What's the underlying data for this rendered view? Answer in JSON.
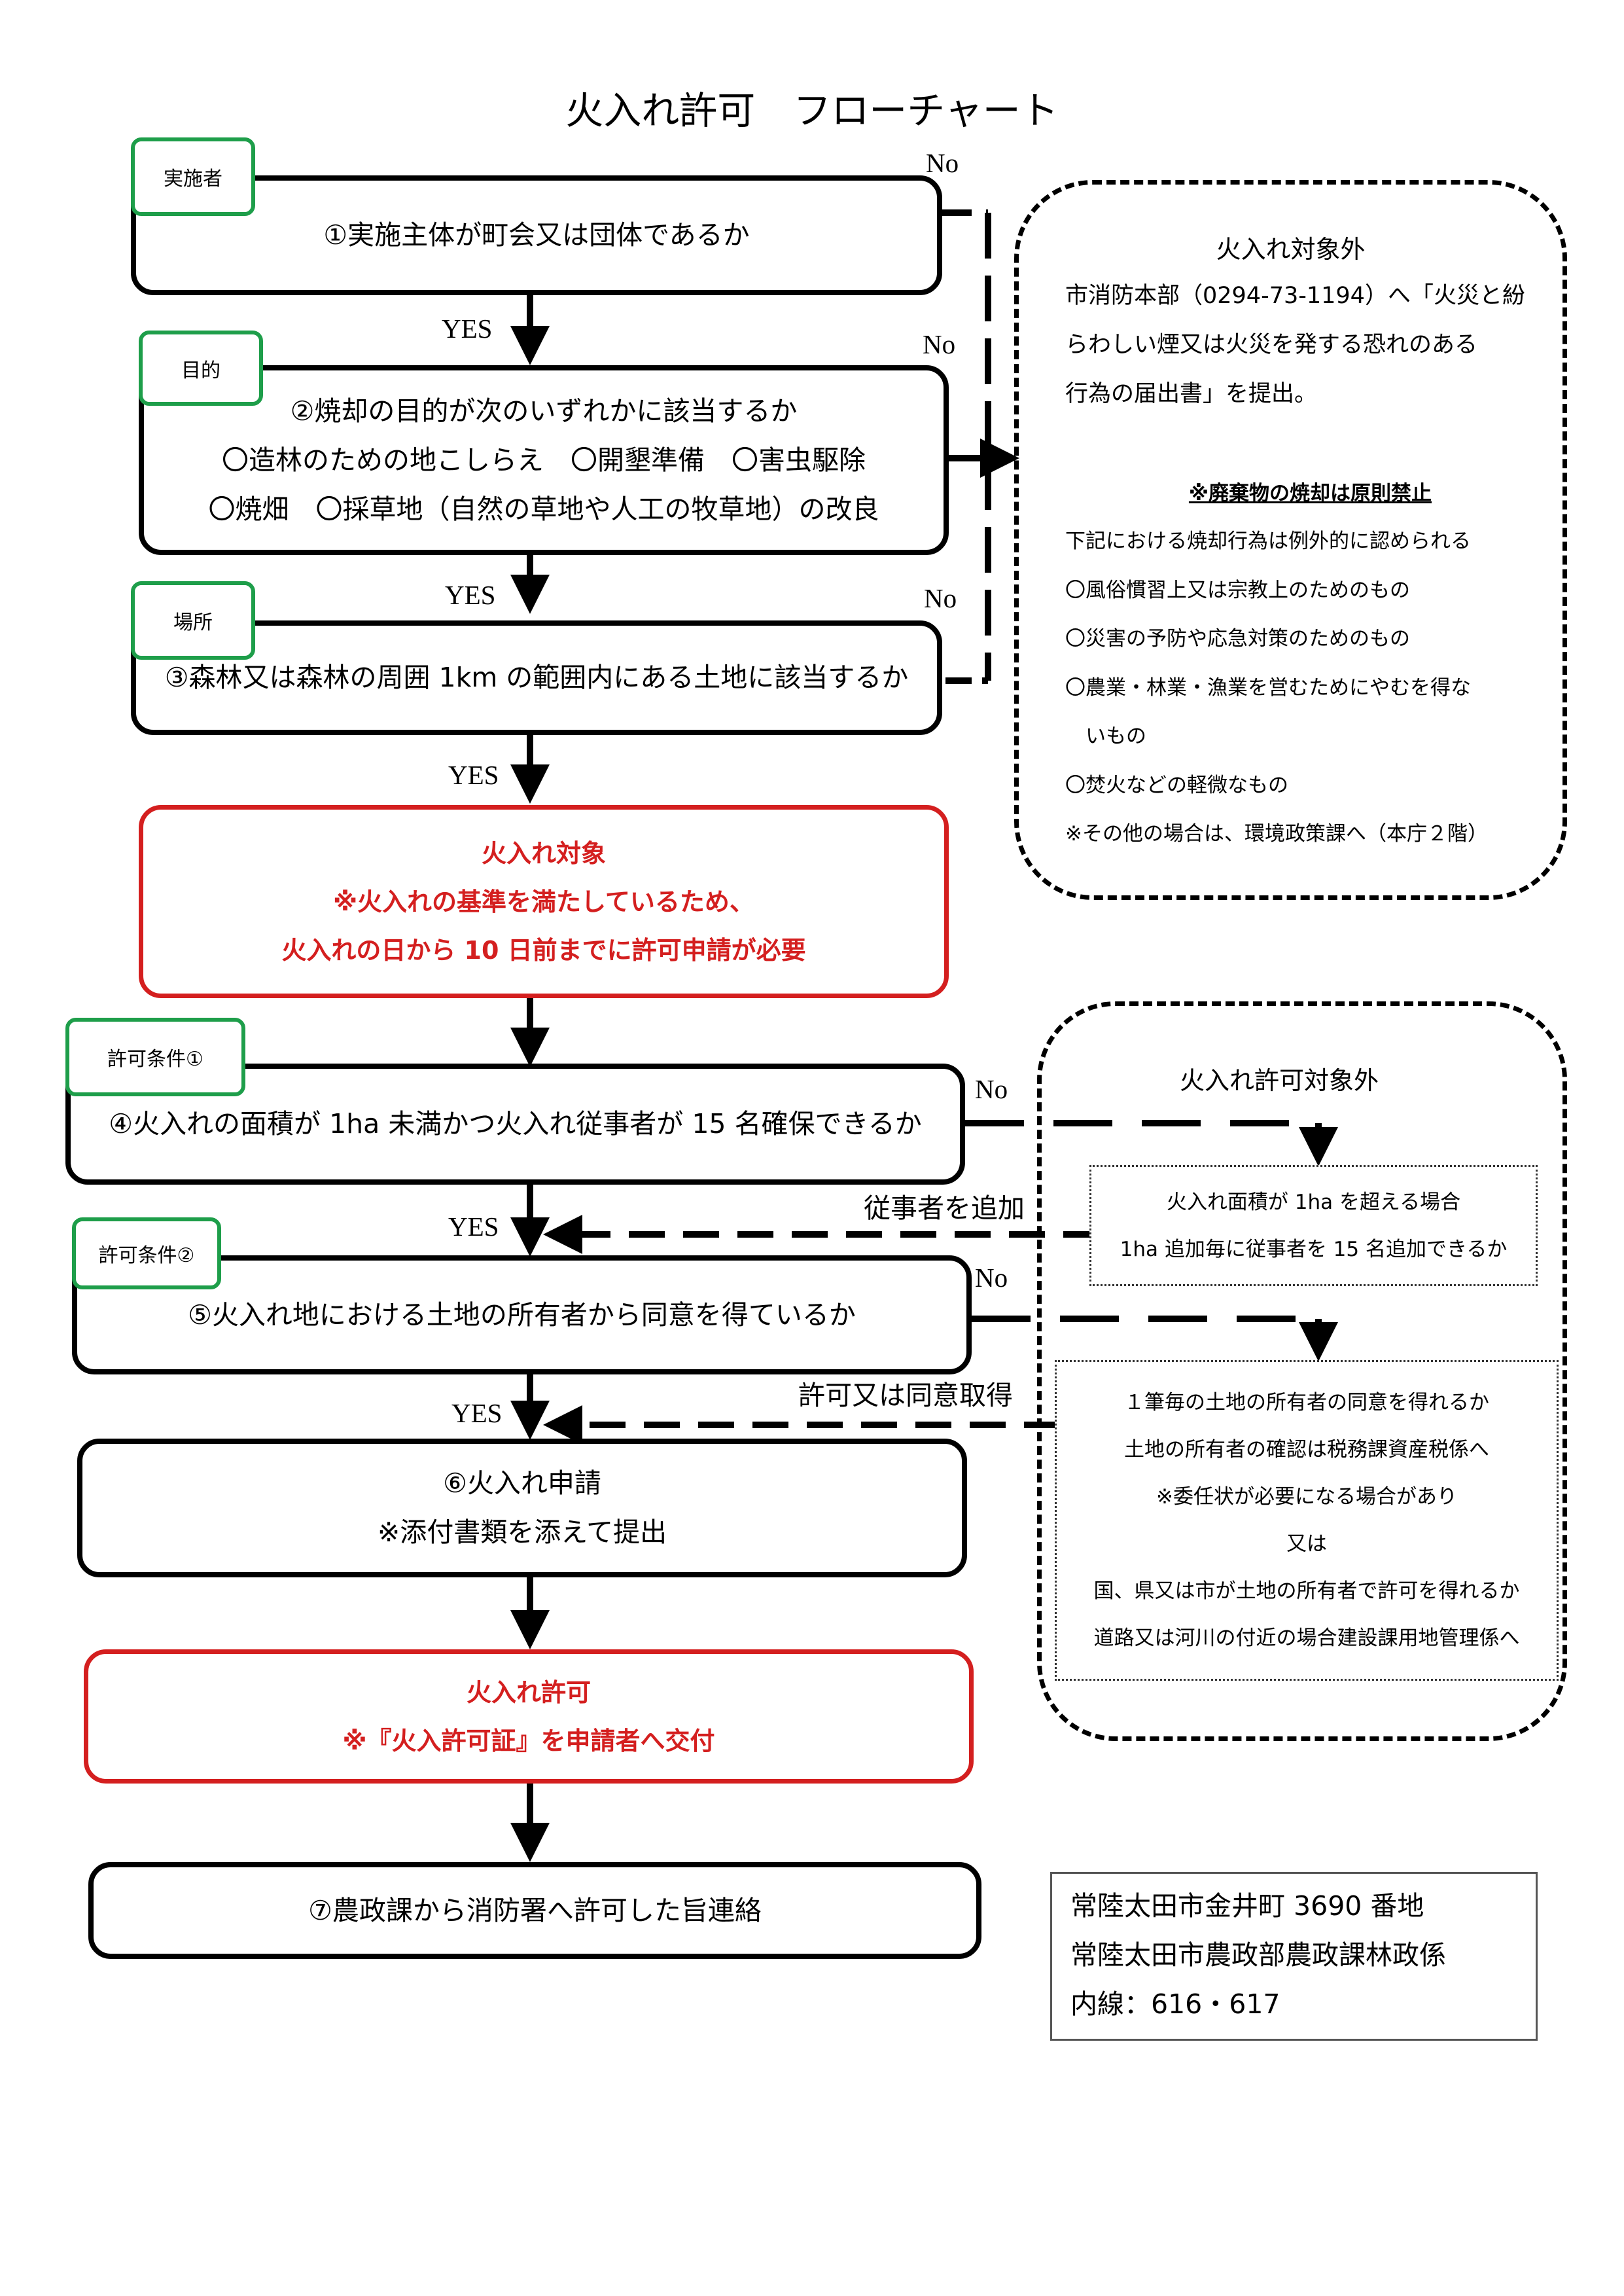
{
  "title": "火入れ許可　フローチャート",
  "tags": {
    "actor": "実施者",
    "purpose": "目的",
    "place": "場所",
    "condition1": "許可条件①",
    "condition2": "許可条件②"
  },
  "steps": {
    "s1": "①実施主体が町会又は団体であるか",
    "s2": {
      "title": "②焼却の目的が次のいずれかに該当するか",
      "line1": "〇造林のための地こしらえ　〇開墾準備　〇害虫駆除",
      "line2": "〇焼畑　〇採草地（自然の草地や人工の牧草地）の改良"
    },
    "s3": "③森林又は森林の周囲 1km の範囲内にある土地に該当するか",
    "target": {
      "line1": "火入れ対象",
      "line2": "※火入れの基準を満たしているため、",
      "line3": "火入れの日から 10 日前までに許可申請が必要"
    },
    "s4": "④火入れの面積が 1ha 未満かつ火入れ従事者が 15 名確保できるか",
    "s5": "⑤火入れ地における土地の所有者から同意を得ているか",
    "s6": {
      "line1": "⑥火入れ申請",
      "line2": "※添付書類を添えて提出"
    },
    "permit": {
      "line1": "火入れ許可",
      "line2": "※『火入許可証』を申請者へ交付"
    },
    "s7": "⑦農政課から消防署へ許可した旨連絡"
  },
  "labels": {
    "yes": "YES",
    "no": "No",
    "add_workers": "従事者を追加",
    "permit_or_consent": "許可又は同意取得"
  },
  "outside": {
    "title": "火入れ対象外",
    "lines": [
      "市消防本部（0294-73-1194）へ「火災と紛",
      "らわしい煙又は火災を発する恐れのある",
      "行為の届出書」を提出。"
    ],
    "waste_heading": "※廃棄物の焼却は原則禁止",
    "notes": [
      "下記における焼却行為は例外的に認められる",
      "〇風俗慣習上又は宗教上のためのもの",
      "〇災害の予防や応急対策のためのもの",
      "〇農業・林業・漁業を営むためにやむを得な",
      "　いもの",
      "〇焚火などの軽微なもの",
      "※その他の場合は、環境政策課へ（本庁２階）"
    ]
  },
  "permit_outside": {
    "title": "火入れ許可対象外",
    "area_box": [
      "火入れ面積が 1ha を超える場合",
      "1ha 追加毎に従事者を 15 名追加できるか"
    ],
    "consent_box": [
      "１筆毎の土地の所有者の同意を得れるか",
      "土地の所有者の確認は税務課資産税係へ",
      "※委任状が必要になる場合があり",
      "又は",
      "国、県又は市が土地の所有者で許可を得れるか",
      "道路又は河川の付近の場合建設課用地管理係へ"
    ]
  },
  "contact": {
    "line1": "常陸太田市金井町 3690 番地",
    "line2": "常陸太田市農政部農政課林政係",
    "line3": "内線：616・617"
  },
  "colors": {
    "flow_border": "#000000",
    "emphasis_red": "#d41f1f",
    "tag_green": "#1e9e4a"
  }
}
